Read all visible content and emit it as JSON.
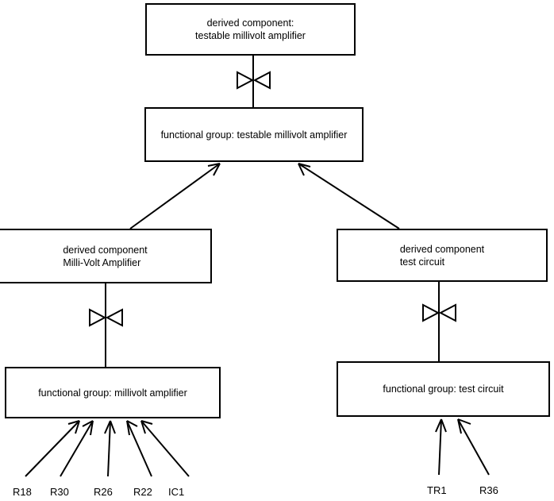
{
  "diagram": {
    "title": "testable millivolt amplifier decomposition",
    "background_color": "#ffffff",
    "line_color": "#000000",
    "nodes": [
      {
        "id": "derived-testable-mv-amp",
        "text": "derived component:\n testable millivolt amplifier",
        "type": "derived component"
      },
      {
        "id": "fg-testable-mv-amp",
        "text": "functional group: testable millivolt amplifier",
        "type": "functional group"
      },
      {
        "id": "derived-mv-amp",
        "text": "derived component\nMilli-Volt Amplifier",
        "type": "derived component"
      },
      {
        "id": "derived-test-circuit",
        "text": "derived component\ntest circuit",
        "type": "derived component"
      },
      {
        "id": "fg-mv-amp",
        "text": "functional group: millivolt amplifier",
        "type": "functional group"
      },
      {
        "id": "fg-test-circuit",
        "text": "functional group: test circuit",
        "type": "functional group"
      }
    ],
    "leaf_labels": {
      "left_group": [
        "R18",
        "R30",
        "R26",
        "R22",
        "IC1"
      ],
      "right_group": [
        "TR1",
        "R36"
      ]
    },
    "connector_types": {
      "bowtie": "bowtie-realization-connector",
      "open_arrow": "open-arrow-aggregation"
    }
  }
}
